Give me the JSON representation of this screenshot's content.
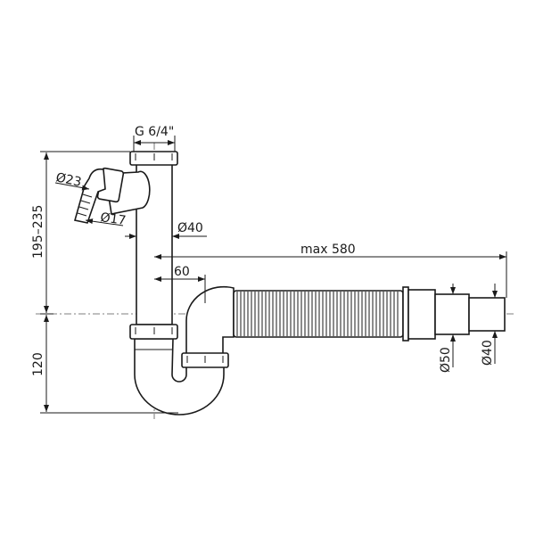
{
  "labels": {
    "thread": "G 6/4\"",
    "hose_outer": "Ø23",
    "hose_inner": "Ø17",
    "pipe_diameter": "Ø40",
    "max_length": "max 580",
    "offset": "60",
    "outlet_outer": "Ø50",
    "outlet_inner": "Ø40",
    "height_upper": "195–235",
    "height_lower": "120"
  }
}
